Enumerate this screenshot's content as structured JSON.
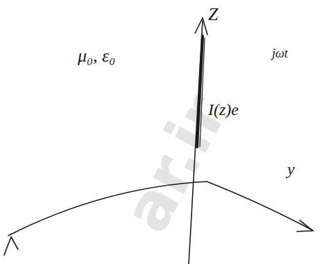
{
  "diagram": {
    "labels": [
      "Z",
      "μ₀, ε₀",
      "I(z)e",
      "jωt",
      "y",
      "ar.ir"
    ]
  }
}
